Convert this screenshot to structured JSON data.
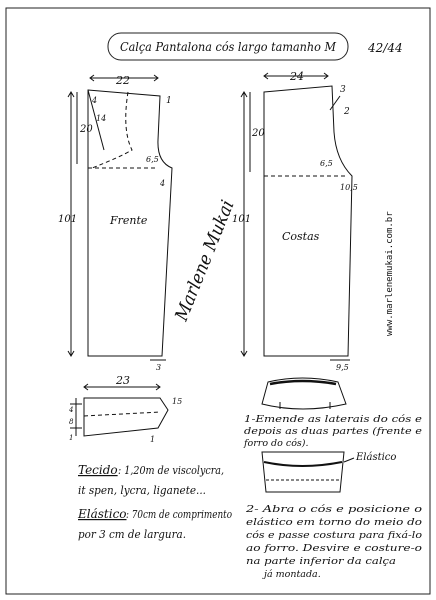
{
  "header": {
    "title": "Calça Pantalona cós largo tamanho M",
    "size_range": "42/44"
  },
  "front": {
    "width": "22",
    "rise": "20",
    "length": "101",
    "label": "Frente",
    "mark_1": "1",
    "mark_4_top": "4",
    "mark_4_dart": "4",
    "mark_14": "14",
    "crotch_depth": "6,5",
    "crotch_ext": "4",
    "hem_ext": "3"
  },
  "back": {
    "width": "24",
    "rise": "20",
    "length": "101",
    "label": "Costas",
    "mark_3": "3",
    "mark_2": "2",
    "crotch_depth": "6,5",
    "crotch_ext": "10,5",
    "hem_ext": "9,5"
  },
  "waistband": {
    "width": "23",
    "mark_4": "4",
    "mark_8": "8",
    "mark_1": "1",
    "mark_15": "15",
    "mark_1_right": "1"
  },
  "materials": {
    "fabric_label": "Tecido",
    "fabric_line1": ": 1,20m de viscolycra,",
    "fabric_line2": "it spen, lycra, liganete...",
    "elastic_label": "Elástico",
    "elastic_line1": ": 70cm de comprimento",
    "elastic_line2": "por 3 cm de largura."
  },
  "steps": {
    "step1_line1": "1-Emende as laterais do cós e",
    "step1_line2": "depois as duas partes (frente e",
    "step1_line3": "forro do cós).",
    "elastic_callout": "Elástico",
    "step2_line1": "2- Abra o cós e posicione o",
    "step2_line2": "elástico em torno do meio do",
    "step2_line3": "cós e passe costura para fixá-lo",
    "step2_line4": "ao forro. Desvire e costure-o",
    "step2_line5": "na parte inferior da calça",
    "step2_line6": "já montada."
  },
  "signature_text": "Marlene Mukai",
  "website": "www.marlenemukai.com.br"
}
